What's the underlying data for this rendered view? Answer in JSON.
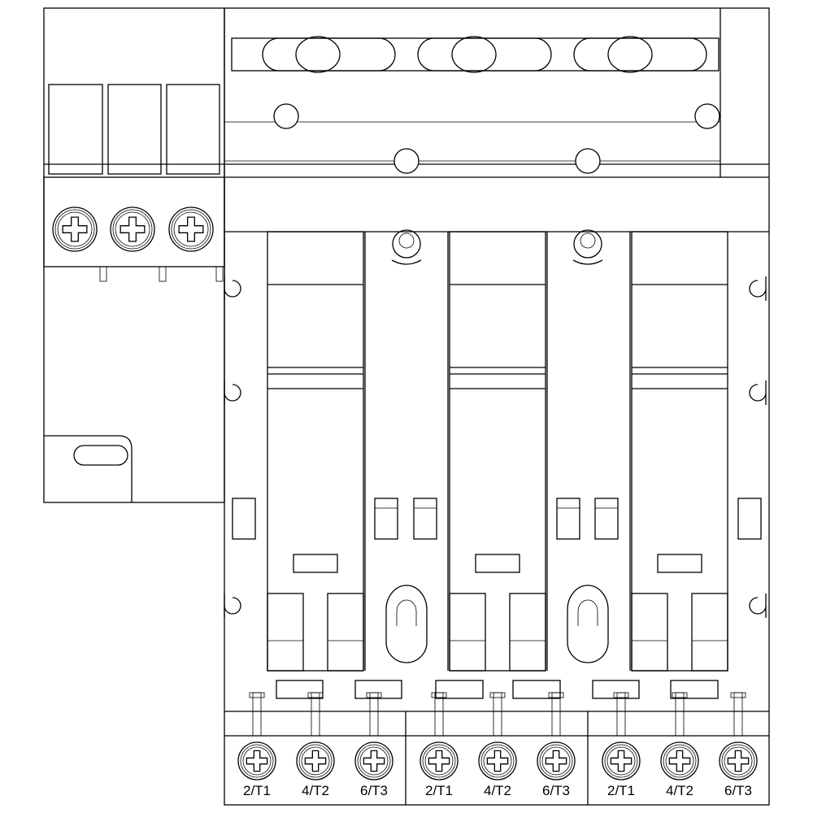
{
  "drawing": {
    "terminal_labels": [
      "2/T1",
      "4/T2",
      "6/T3",
      "2/T1",
      "4/T2",
      "6/T3",
      "2/T1",
      "4/T2",
      "6/T3"
    ]
  }
}
